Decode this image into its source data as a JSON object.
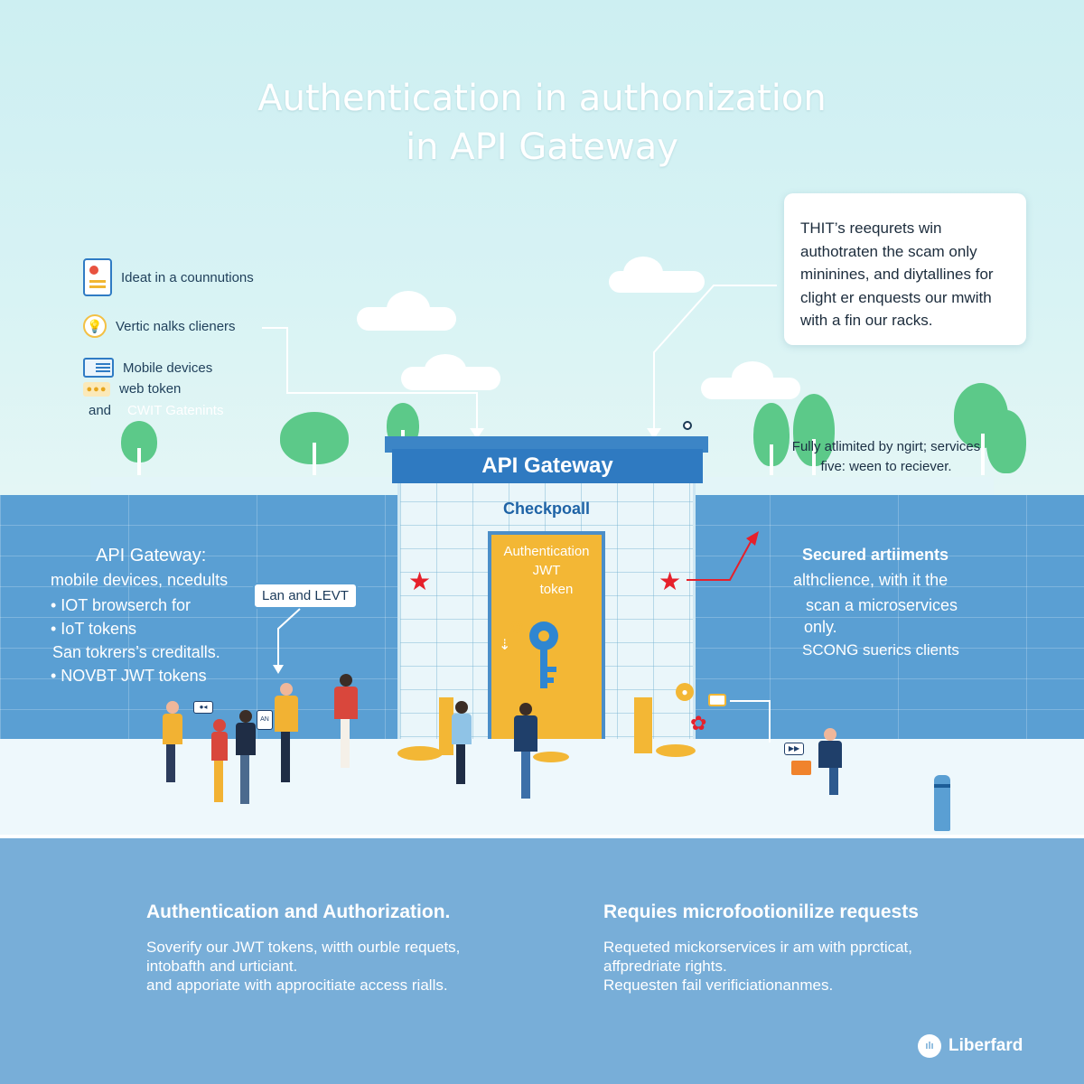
{
  "title": {
    "line1": "Authentication in authonization",
    "line2": "in API Gateway"
  },
  "legend": {
    "items": [
      {
        "label": "Ideat in a counnutions",
        "icon": "document-icon"
      },
      {
        "label": "Vertic nalks cliеners",
        "icon": "lightbulb-icon"
      },
      {
        "label": "Mobile devices",
        "icon": "id-card-icon"
      },
      {
        "label": "web token",
        "icon": "token-icon"
      },
      {
        "label": "and",
        "icon": ""
      }
    ],
    "faded_label": "CWIT Gatenints"
  },
  "info_bubble": {
    "lines": [
      "THIT’s reequrets win",
      "authotraten the scam only",
      "mininines, and diytallines for",
      "clight er enquests our mwith",
      "with a fin our racks."
    ]
  },
  "right_caption": {
    "line1": "Fully atlimited by ngirt; services",
    "line2": "five: ween to reciever."
  },
  "gateway": {
    "sign": "API Gateway",
    "checkpoint": "Checkpoall",
    "door_lines": [
      "Authentication",
      "JWT",
      "token"
    ]
  },
  "left_panel": {
    "heading": "API Gateway:",
    "lines": [
      "mobile devices, ncedults",
      "•  IOT browserch for",
      "•  IoT tokens",
      "San tokrers’s creditalls.",
      "•  NOVBT JWT tokens"
    ]
  },
  "callout": "Lan and LEVT",
  "right_panel": {
    "lines": [
      "Secured artiiments",
      "althclience, with it the",
      "scan a microservices",
      "only.",
      "SCONG suerics clients"
    ]
  },
  "bottom": {
    "left": {
      "heading": "Authentication and Authorization.",
      "lines": [
        "Soverify our JWT tokens, witth ourble requets,",
        "intobafth and urticiant.",
        "and apporiate with approcitiate access rialls."
      ]
    },
    "right": {
      "heading": "Requies microfootionilize requests",
      "lines": [
        "Requeted mickorservices ir am with pprcticat,",
        "affpredriate rights.",
        "Requesten fail verificiationanmes."
      ]
    }
  },
  "brand": {
    "name": "Liberfard",
    "mark": "ılı"
  },
  "colors": {
    "sky": "#cdeff2",
    "wall": "#5a9fd3",
    "gateway_sign": "#2f7ac1",
    "door": "#f3b735",
    "star": "#e6202b",
    "tree": "#5cc989",
    "bottom": "#78aed8"
  }
}
